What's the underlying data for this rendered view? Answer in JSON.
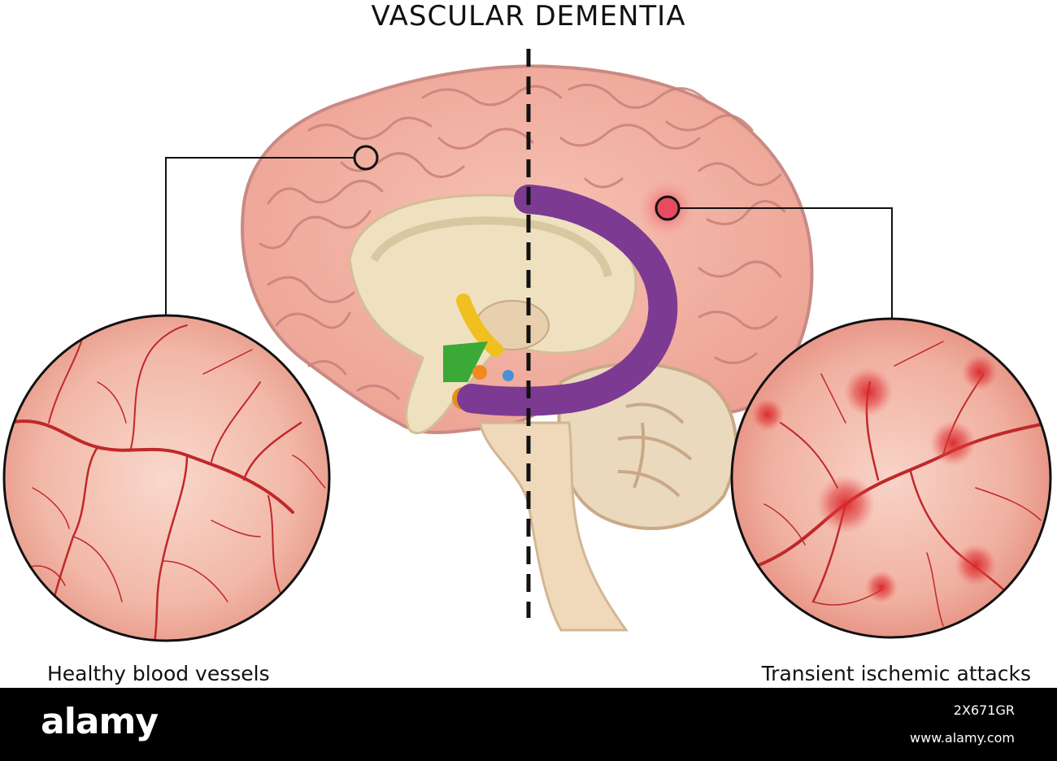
{
  "title": "VASCULAR DEMENTIA",
  "left_panel": {
    "label": "Healthy blood vessels"
  },
  "right_panel": {
    "label": "Transient ischemic attacks"
  },
  "watermark": {
    "brand": "alamy",
    "image_id": "2X671GR",
    "website": "www.alamy.com"
  },
  "colors": {
    "brain": "#f0aea4",
    "brain_outline": "#c98a84",
    "inner_structure": "#efe1c0",
    "hippocampus": "#7d3a93",
    "vessel": "#c0282a",
    "lesion": "#e23a3a",
    "footer": "#000000"
  }
}
